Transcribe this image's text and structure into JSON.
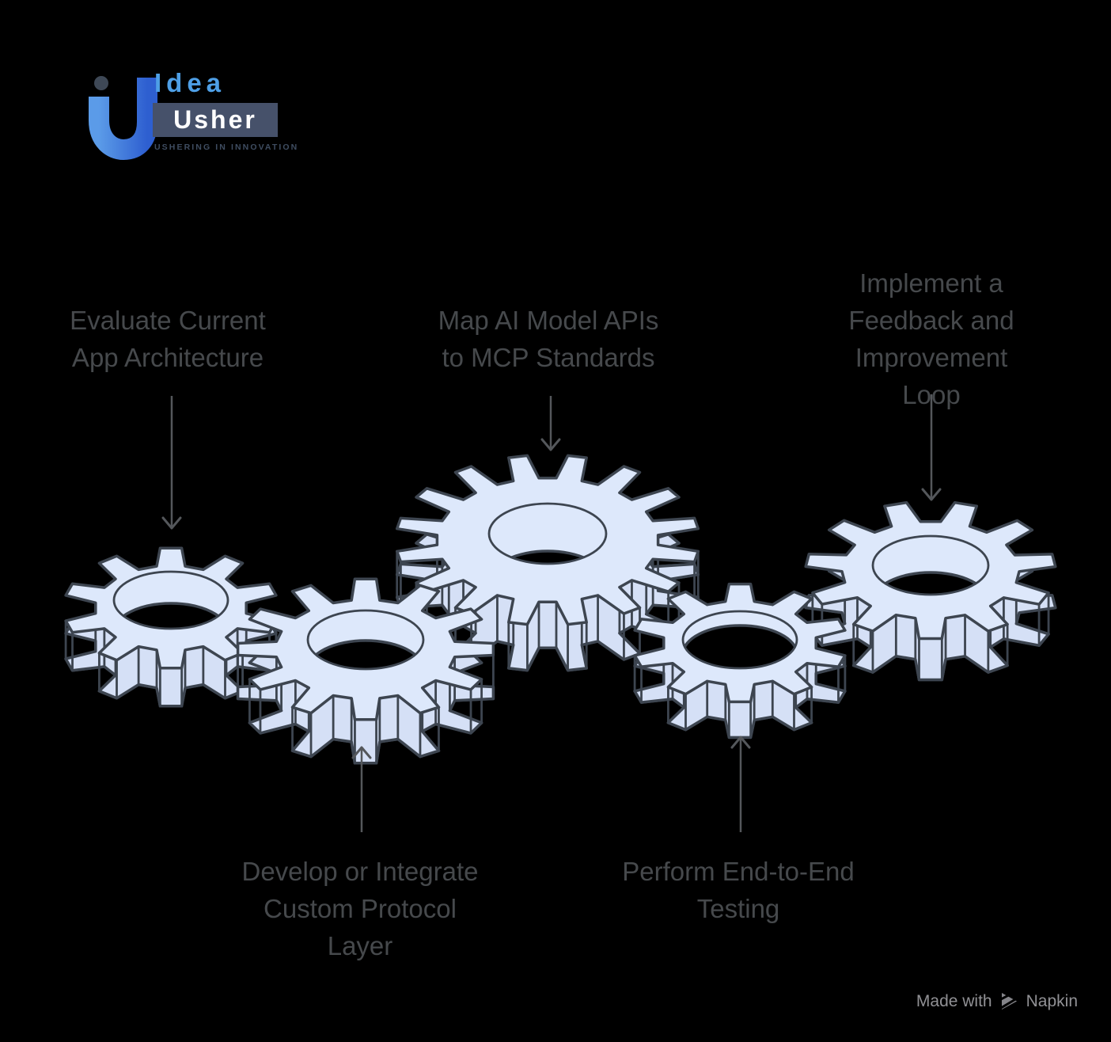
{
  "logo": {
    "brand_top": "Idea",
    "brand_bottom": "Usher",
    "tagline": "USHERING IN INNOVATION"
  },
  "steps": [
    {
      "id": "evaluate-current-app-architecture",
      "label": "Evaluate Current\nApp Architecture",
      "position": "top"
    },
    {
      "id": "map-ai-model-apis-to-mcp-standards",
      "label": "Map AI Model APIs\nto MCP Standards",
      "position": "top"
    },
    {
      "id": "implement-feedback-improvement-loop",
      "label": "Implement a\nFeedback and\nImprovement Loop",
      "position": "top"
    },
    {
      "id": "develop-or-integrate-custom-protocol-layer",
      "label": "Develop or Integrate\nCustom Protocol\nLayer",
      "position": "bottom"
    },
    {
      "id": "perform-end-to-end-testing",
      "label": "Perform End-to-End\nTesting",
      "position": "bottom"
    }
  ],
  "footer": {
    "made_with": "Made with",
    "brand": "Napkin"
  },
  "colors": {
    "background": "#000000",
    "gear_fill": "#dde8fb",
    "gear_side_fill": "#d5e0f6",
    "gear_stroke": "#3d4550",
    "label_text": "#46494c",
    "arrow": "#54575b",
    "footer_text": "#919195",
    "footer_icon": "#85858a",
    "logo_blue": "#4e9fe6",
    "logo_blue_light": "#5b9be8",
    "logo_blue_dark": "#2e5fd0",
    "logo_slate": "#46516a",
    "logo_dot": "#3e4856",
    "logo_tagline": "#3f4d61",
    "logo_usher_text": "#ffffff"
  }
}
